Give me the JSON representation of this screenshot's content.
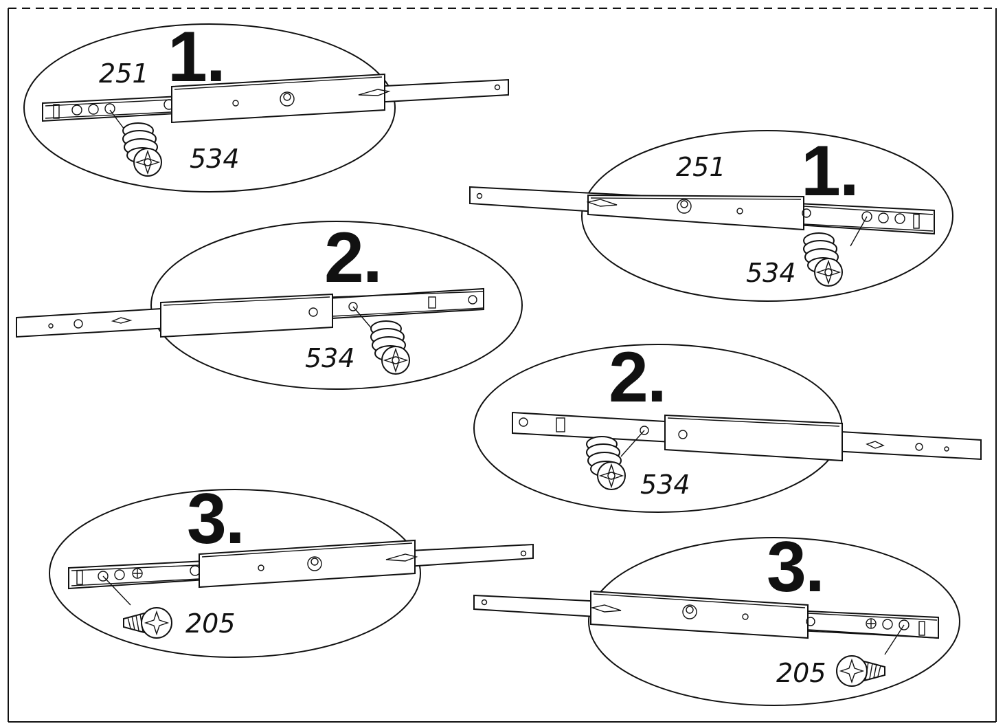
{
  "panels": [
    {
      "id": "p1-left",
      "step": "1.",
      "parts": [
        "251",
        "534"
      ]
    },
    {
      "id": "p1-right",
      "step": "1.",
      "parts": [
        "251",
        "534"
      ]
    },
    {
      "id": "p2-left",
      "step": "2.",
      "parts": [
        "534"
      ]
    },
    {
      "id": "p2-right",
      "step": "2.",
      "parts": [
        "534"
      ]
    },
    {
      "id": "p3-left",
      "step": "3.",
      "parts": [
        "205"
      ]
    },
    {
      "id": "p3-right",
      "step": "3.",
      "parts": [
        "205"
      ]
    }
  ]
}
